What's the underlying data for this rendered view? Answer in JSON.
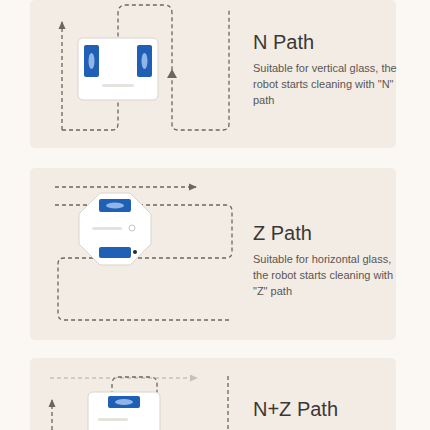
{
  "diagram": {
    "nodes": [
      {
        "text": [
          "N Path",
          "Suitable for vertical glass, the robot starts cleaning with \"N\" path"
        ]
      },
      {
        "text": [
          "Z Path",
          "Suitable for horizontal glass, the robot starts cleaning with \"Z\" path"
        ]
      },
      {
        "text": [
          "N+Z Path"
        ]
      }
    ]
  }
}
